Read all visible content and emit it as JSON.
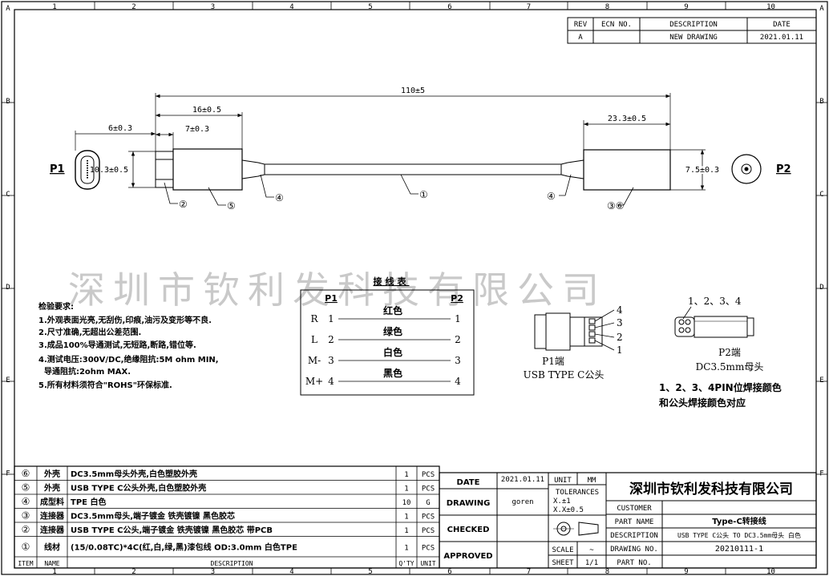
{
  "grid": {
    "cols": [
      "1",
      "2",
      "3",
      "4",
      "5",
      "6",
      "7",
      "8",
      "9",
      "10"
    ],
    "rows": [
      "A",
      "B",
      "C",
      "D",
      "E",
      "F"
    ]
  },
  "revision": {
    "headers": {
      "rev": "REV",
      "ecn": "ECN NO.",
      "desc": "DESCRIPTION",
      "date": "DATE"
    },
    "row": {
      "rev": "A",
      "ecn": "",
      "desc": "NEW DRAWING",
      "date": "2021.01.11"
    }
  },
  "dims": {
    "total": "110±5",
    "p1_shell": "16±0.5",
    "p1_plug": "6±0.3",
    "p1_head": "7±0.3",
    "p1_height": "10.3±0.5",
    "p2_shell": "23.3±0.5",
    "p2_height": "7.5±0.3"
  },
  "labels": {
    "p1": "P1",
    "p2": "P2",
    "c1": "①",
    "c2": "②",
    "c3": "③",
    "c4": "④",
    "c5": "⑤",
    "c36": "③⑥"
  },
  "watermark": "深圳市钦利发科技有限公司",
  "requirements": {
    "title": "检验要求:",
    "items": [
      "1.外观表面光亮,无刮伤,印痕,油污及变形等不良.",
      "2.尺寸准确,无超出公差范围.",
      "3.成品100%导通测试,无短路,断路,错位等.",
      "4.测试电压:300V/DC,绝缘阻抗:5M ohm MIN,",
      "  导通阻抗:2ohm MAX.",
      "5.所有材料须符合\"ROHS\"环保标准."
    ]
  },
  "wiring": {
    "title": "接线表",
    "p1": "P1",
    "p2": "P2",
    "rows": [
      {
        "sig": "R",
        "p1": "1",
        "color": "红色",
        "p2": "1"
      },
      {
        "sig": "L",
        "p1": "2",
        "color": "绿色",
        "p2": "2"
      },
      {
        "sig": "M-",
        "p1": "3",
        "color": "白色",
        "p2": "3"
      },
      {
        "sig": "M+",
        "p1": "4",
        "color": "黑色",
        "p2": "4"
      }
    ]
  },
  "p1_detail": {
    "pins": [
      "4",
      "3",
      "2",
      "1"
    ],
    "caption1": "P1端",
    "caption2": "USB TYPE C公头"
  },
  "p2_detail": {
    "pins": "1、2、3、4",
    "caption1": "P2端",
    "caption2": "DC3.5mm母头",
    "note1": "1、2、3、4PIN位焊接颜色",
    "note2": "和公头焊接颜色对应"
  },
  "bom": {
    "headers": {
      "item": "ITEM",
      "name": "NAME",
      "desc": "DESCRIPTION",
      "qty": "Q'TY",
      "unit": "UNIT"
    },
    "rows": [
      {
        "item": "⑥",
        "name": "外壳",
        "desc": "DC3.5mm母头外壳,白色塑胶外壳",
        "qty": "1",
        "unit": "PCS"
      },
      {
        "item": "⑤",
        "name": "外壳",
        "desc": "USB TYPE C公头外壳,白色塑胶外壳",
        "qty": "1",
        "unit": "PCS"
      },
      {
        "item": "④",
        "name": "成型料",
        "desc": "TPE 白色",
        "qty": "10",
        "unit": "G"
      },
      {
        "item": "③",
        "name": "连接器",
        "desc": "DC3.5mm母头,端子镀金 铁壳镀镍 黑色胶芯",
        "qty": "1",
        "unit": "PCS"
      },
      {
        "item": "②",
        "name": "连接器",
        "desc": "USB TYPE C公头,端子镀金 铁壳镀镍 黑色胶芯 带PCB",
        "qty": "1",
        "unit": "PCS"
      },
      {
        "item": "①",
        "name": "线材",
        "desc": "(15/0.08TC)*4C(红,白,绿,黑)漆包线 OD:3.0mm 白色TPE",
        "qty": "1",
        "unit": "PCS"
      }
    ]
  },
  "title_block": {
    "date_label": "DATE",
    "date_value": "2021.01.11",
    "unit_label": "UNIT",
    "unit_value": "MM",
    "drawing_label": "DRAWING",
    "drawing_value": "goren",
    "tolerances_label": "TOLERANCES",
    "tol1": "X.±1",
    "tol2": "X.X±0.5",
    "checked_label": "CHECKED",
    "approved_label": "APPROVED",
    "scale_label": "SCALE",
    "scale_value": "~",
    "sheet_label": "SHEET",
    "sheet_value": "1/1",
    "company": "深圳市钦利发科技有限公司",
    "customer_label": "CUSTOMER",
    "customer_value": "",
    "part_name_label": "PART NAME",
    "part_name_value": "Type-C转接线",
    "description_label": "DESCRIPTION",
    "description_value": "USB TYPE C公头 TO DC3.5mm母头 白色",
    "drawing_no_label": "DRAWING NO.",
    "drawing_no_value": "20210111-1",
    "part_no_label": "PART NO.",
    "part_no_value": ""
  }
}
